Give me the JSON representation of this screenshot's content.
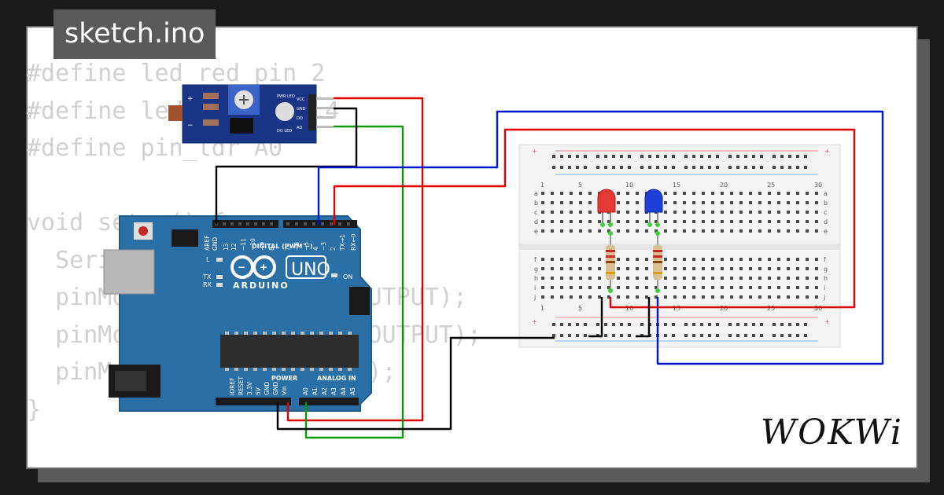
{
  "file_tab": "sketch.ino",
  "code_lines": [
    "#define led_red_pin 2",
    "#define led_blue_pin 4",
    "#define pin_ldr A0",
    "",
    "void setup() {",
    "  Serial.begin(9600);",
    "  pinMode(led_red_pin, OUTPUT);",
    "  pinMode(led_blue_pin, OUTPUT);",
    "  pinMode(pin_ldr, INPUT);",
    "}"
  ],
  "brand": "WOKWi",
  "arduino": {
    "model": "UNO",
    "name": "ARDUINO",
    "digital_label": "DIGITAL (PWM ~)",
    "power_label": "POWER",
    "analog_label": "ANALOG IN",
    "on_label": "ON",
    "led_l": "L",
    "led_tx": "TX",
    "led_rx": "RX",
    "digital_pins": [
      "AREF",
      "GND",
      "13",
      "12",
      "~11",
      "~10",
      "~9",
      "8",
      "7",
      "~6",
      "~5",
      "4",
      "~3",
      "2",
      "TX→1",
      "RX←0"
    ],
    "power_pins": [
      "IOREF",
      "RESET",
      "3.3V",
      "5V",
      "GND",
      "GND",
      "Vin"
    ],
    "analog_pins": [
      "A0",
      "A1",
      "A2",
      "A3",
      "A4",
      "A5"
    ]
  },
  "ldr_module": {
    "pin_labels": [
      "VCC",
      "GND",
      "DO",
      "AO"
    ],
    "pwr_led": "PWR LED",
    "do_led": "DO LED"
  },
  "breadboard": {
    "col_numbers": [
      "1",
      "5",
      "10",
      "15",
      "20",
      "25",
      "30"
    ],
    "rows_top": [
      "a",
      "b",
      "c",
      "d",
      "e"
    ],
    "rows_bottom": [
      "f",
      "g",
      "h",
      "i",
      "j"
    ]
  },
  "components": {
    "led_red_color": "#e53935",
    "led_blue_color": "#1e3fd8"
  },
  "colors": {
    "wire_red": "#e00000",
    "wire_blue": "#0018d0",
    "wire_green": "#0a9a0a",
    "wire_black": "#000000",
    "board": "#2a6fa5"
  }
}
